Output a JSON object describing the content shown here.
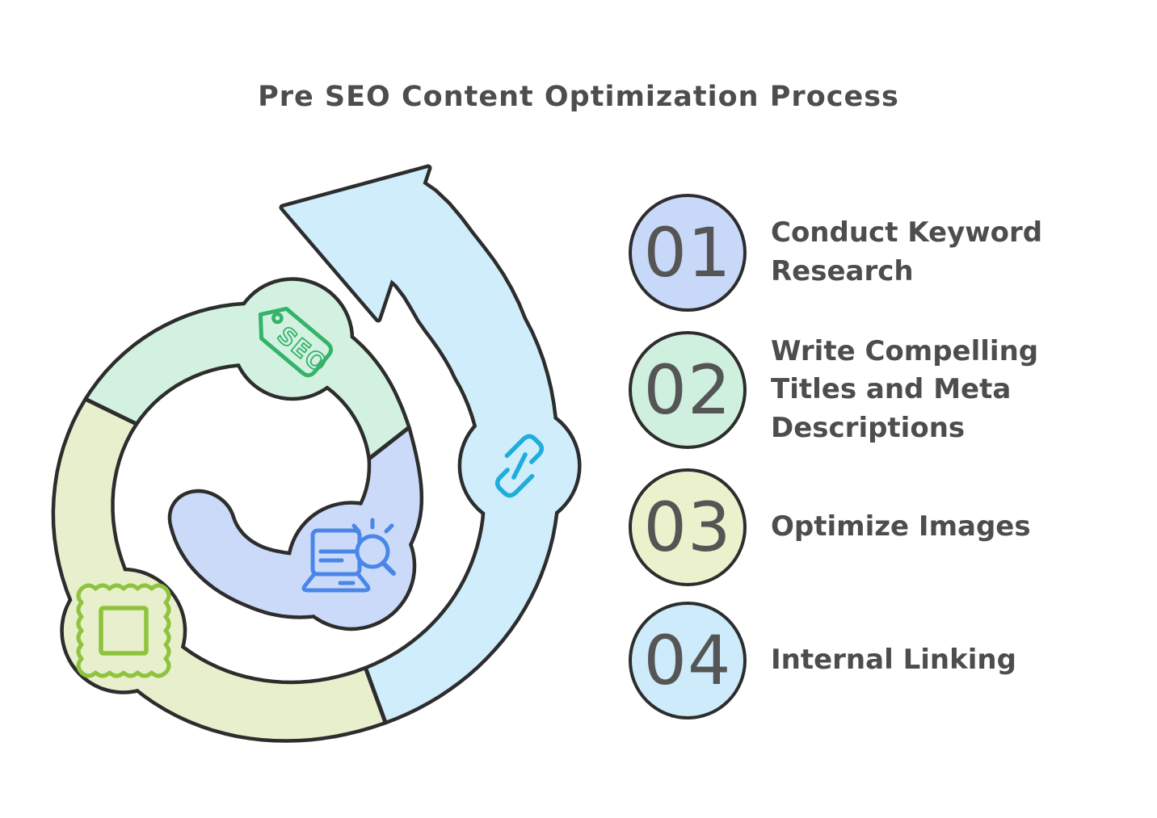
{
  "title": "Pre SEO Content Optimization Process",
  "diagram": {
    "outline_color": "#2d2d2d",
    "seo_tag_text": "SEO",
    "icon_names": [
      "laptop-search-icon",
      "seo-tag-icon",
      "image-stamp-icon",
      "link-icon"
    ]
  },
  "steps": [
    {
      "number": "01",
      "label": "Conduct Keyword Research",
      "circle_color": "#c7d8f8",
      "segment_color": "#cbdaf8",
      "icon": "laptop-search-icon",
      "icon_color": "#4a86e8"
    },
    {
      "number": "02",
      "label": "Write Compelling Titles and Meta Descriptions",
      "circle_color": "#cff0de",
      "segment_color": "#d3f1e1",
      "icon": "seo-tag-icon",
      "icon_color": "#35b369"
    },
    {
      "number": "03",
      "label": "Optimize Images",
      "circle_color": "#ebf1cd",
      "segment_color": "#e8efcd",
      "icon": "image-stamp-icon",
      "icon_color": "#8ec43d"
    },
    {
      "number": "04",
      "label": "Internal Linking",
      "circle_color": "#cdebfa",
      "segment_color": "#cfedfa",
      "icon": "link-icon",
      "icon_color": "#1fadde"
    }
  ]
}
